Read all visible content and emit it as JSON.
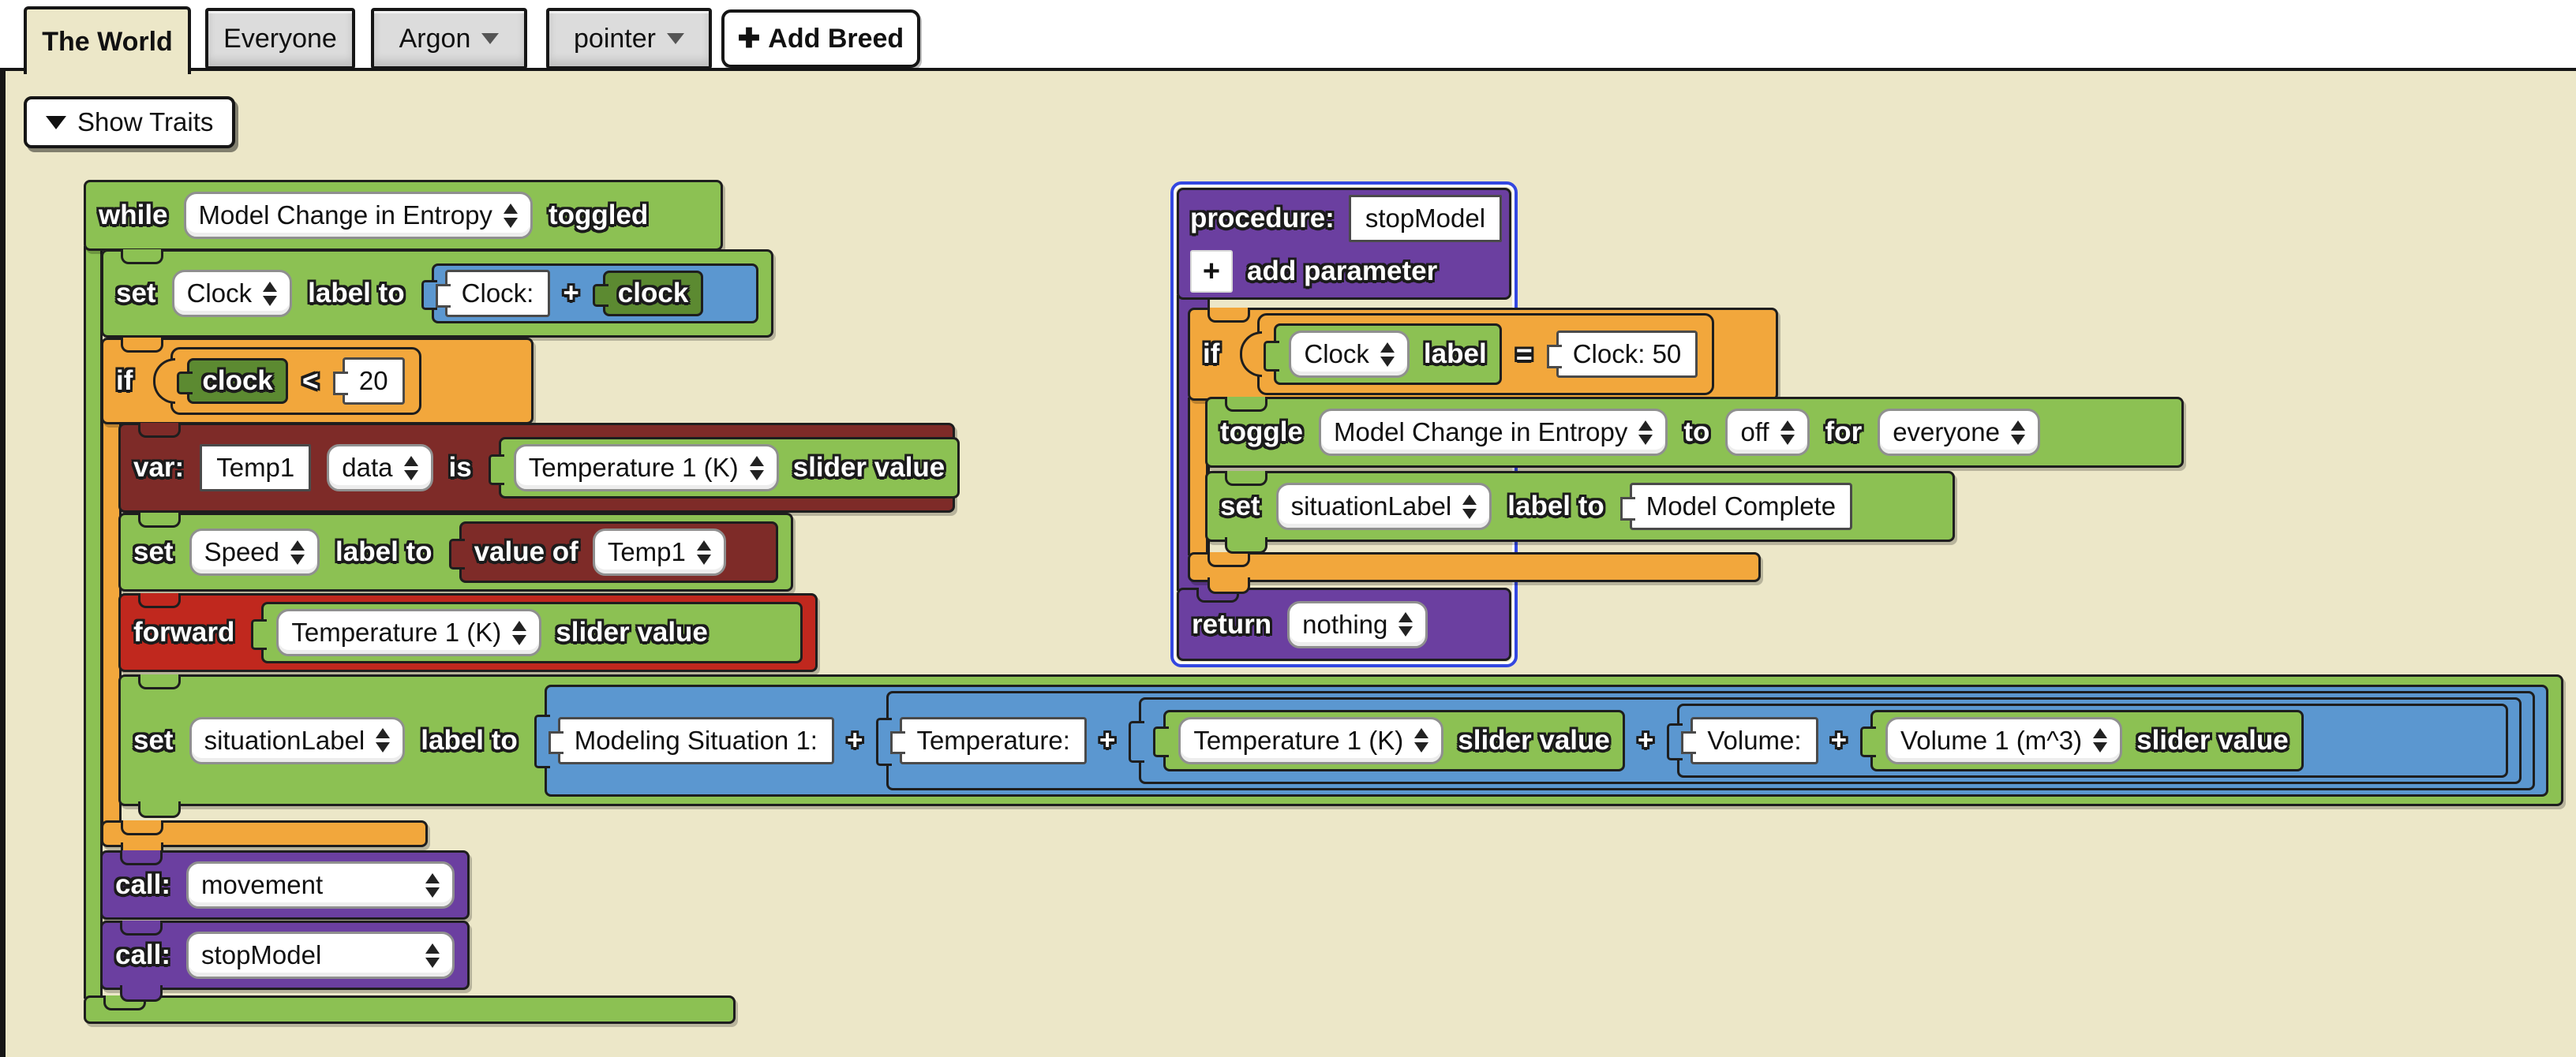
{
  "colors": {
    "canvas": "#ECE7C8",
    "block_green": "#8CC153",
    "block_green_dark": "#5C8A31",
    "block_orange": "#F2A73C",
    "block_maroon": "#7E2B28",
    "block_red": "#C0281E",
    "block_purple": "#6B3FA0",
    "block_blue": "#5B97D0",
    "procedure_outline": "#3347E0",
    "tab_gray": "#DCDCDC"
  },
  "tab_bar": {
    "tabs": [
      {
        "label": "The World",
        "active": true
      },
      {
        "label": "Everyone",
        "active": false
      },
      {
        "label": "Argon",
        "active": false
      },
      {
        "label": "pointer",
        "active": false
      }
    ],
    "add_breed": {
      "icon": "✚",
      "label": "Add Breed"
    }
  },
  "toolbar": {
    "show_traits": {
      "label": "Show Traits"
    }
  },
  "program": {
    "while_block": {
      "keyword": "while",
      "condition": "Model Change in Entropy",
      "suffix": "toggled"
    },
    "set_clock": {
      "keyword": "set",
      "trait": "Clock",
      "label_to": "label to",
      "join": {
        "text": "Clock:",
        "plus": "+",
        "variable": "clock"
      }
    },
    "if_clock": {
      "keyword": "if",
      "variable": "clock",
      "operator": "<",
      "value": "20"
    },
    "var_temp1": {
      "keyword": "var:",
      "name": "Temp1",
      "type": "data",
      "is": "is",
      "slider": {
        "name": "Temperature 1 (K)",
        "suffix": "slider value"
      }
    },
    "set_speed": {
      "keyword": "set",
      "trait": "Speed",
      "label_to": "label to",
      "value_of": {
        "keyword": "value of",
        "variable": "Temp1"
      }
    },
    "forward_block": {
      "keyword": "forward",
      "slider": {
        "name": "Temperature 1 (K)",
        "suffix": "slider value"
      }
    },
    "set_situation": {
      "keyword": "set",
      "trait": "situationLabel",
      "label_to": "label to",
      "plus": "+",
      "join_text_1": "Modeling Situation 1:",
      "join_text_2": "Temperature:",
      "temp_slider": {
        "name": "Temperature 1 (K)",
        "suffix": "slider value"
      },
      "join_text_3": "Volume:",
      "vol_slider": {
        "name": "Volume 1 (m^3)",
        "suffix": "slider value"
      }
    },
    "call_movement": {
      "keyword": "call:",
      "procedure": "movement"
    },
    "call_stopmodel": {
      "keyword": "call:",
      "procedure": "stopModel"
    },
    "procedure_block": {
      "keyword": "procedure:",
      "name": "stopModel",
      "plus": "+",
      "add_parameter": "add parameter"
    },
    "if_label": {
      "keyword": "if",
      "trait": "Clock",
      "label": "label",
      "operator": "=",
      "value": "Clock: 50"
    },
    "toggle_block": {
      "keyword": "toggle",
      "condition": "Model Change in Entropy",
      "to": "to",
      "state": "off",
      "for": "for",
      "who": "everyone"
    },
    "set_complete": {
      "keyword": "set",
      "trait": "situationLabel",
      "label_to": "label to",
      "value": "Model Complete"
    },
    "return_block": {
      "keyword": "return",
      "value": "nothing"
    }
  }
}
